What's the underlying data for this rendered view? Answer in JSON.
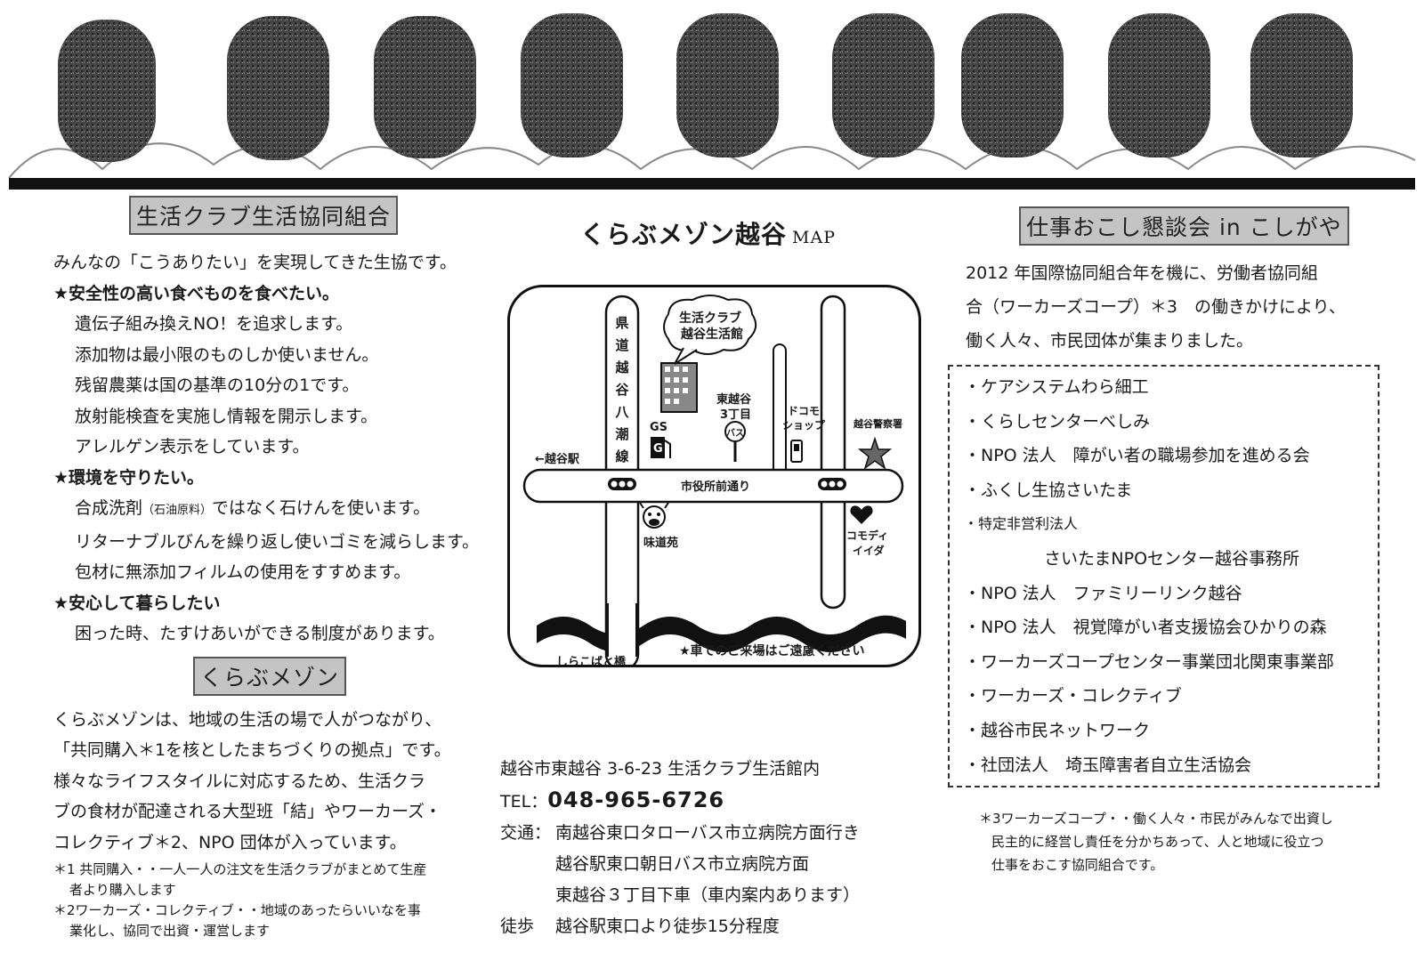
{
  "left": {
    "coop_heading": "生活クラブ生活協同組合",
    "intro": "みんなの「こうありたい」を実現してきた生協です。",
    "safety_heading": "★安全性の高い食べものを食べたい。",
    "safety_items": [
      "遺伝子組み換えNO！を追求します。",
      "添加物は最小限のものしか使いません。",
      "残留農薬は国の基準の10分の1です。",
      "放射能検査を実施し情報を開示します。",
      "アレルゲン表示をしています。"
    ],
    "env_heading": "★環境を守りたい。",
    "env_items": {
      "detergent_before": "合成洗剤",
      "detergent_small": "（石油原料）",
      "detergent_after": "ではなく石けんを使います。",
      "returnable": "リターナブルびんを繰り返し使いゴミを減らします。",
      "film": "包材に無添加フィルムの使用をすすめます。"
    },
    "safe_life_heading": "★安心して暮らしたい",
    "safe_life_item": "困った時、たすけあいができる制度があります。",
    "mezon_heading": "くらぶメゾン",
    "mezon_body": [
      "くらぶメゾンは、地域の生活の場で人がつながり、",
      "「共同購入＊1を核としたまちづくりの拠点」です。",
      "様々なライフスタイルに対応するため、生活クラ",
      "ブの食材が配達される大型班「結」やワーカーズ・",
      "コレクティブ＊2、NPO 団体が入っています。"
    ],
    "notes": [
      [
        "＊1 共同購入・・一人一人の注文を生活クラブがまとめて生産",
        "者より購入します"
      ],
      [
        "＊2ワーカーズ・コレクティブ・・地域のあったらいいなを事",
        "業化し、協同で出資・運営します"
      ]
    ]
  },
  "map": {
    "title": "くらぶメゾン越谷",
    "title_suffix": "MAP",
    "balloon": [
      "生活クラブ",
      "越谷生活館"
    ],
    "road_vertical": [
      "県",
      "道",
      "越",
      "谷",
      "八",
      "潮",
      "線"
    ],
    "station": "←越谷駅",
    "gas_station": "GS",
    "gas_icon_letter": "G",
    "bus_stop": [
      "東越谷",
      "3丁目"
    ],
    "bus_sign": "バス",
    "docomo": [
      "ドコモ",
      "ショップ"
    ],
    "police": "越谷警察署",
    "street": "市役所前通り",
    "restaurant": "味道苑",
    "store": [
      "コモディ",
      "イイダ"
    ],
    "bridge": "しらこばと橋",
    "parking_note": "★車でのご来場はご遠慮ください"
  },
  "address": {
    "line": "越谷市東越谷 3-6-23 生活クラブ生活館内",
    "tel_label": "TEL：",
    "tel_number": "048-965-6726",
    "transit_label": "交通：",
    "transit_lines": [
      "南越谷東口タローバス市立病院方面行き",
      "越谷駅東口朝日バス市立病院方面",
      "東越谷３丁目下車（車内案内あります）"
    ],
    "walk_label": "徒歩",
    "walk_line": "越谷駅東口より徒歩15分程度"
  },
  "right": {
    "heading": "仕事おこし懇談会 in こしがや",
    "intro_lines": [
      "2012 年国際協同組合年を機に、労働者協同組",
      "合（ワーカーズコープ）＊3　の働きかけにより、",
      "働く人々、市民団体が集まりました。"
    ],
    "organizations": [
      "・ケアシステムわら細工",
      "・くらしセンターべしみ",
      "・NPO 法人　障がい者の職場参加を進める会",
      "・ふくし生協さいたま",
      "・特定非営利法人",
      "さいたまNPOセンター越谷事務所",
      "・NPO 法人　ファミリーリンク越谷",
      "・NPO 法人　視覚障がい者支援協会ひかりの森",
      "・ワーカーズコープセンター事業団北関東事業部",
      "・ワーカーズ・コレクティブ",
      "・越谷市民ネットワーク",
      "・社団法人　埼玉障害者自立生活協会"
    ],
    "footnote": [
      "＊3ワーカーズコープ・・働く人々・市民がみんなで出資し",
      "民主的に経営し責任を分かちあって、人と地域に役立つ",
      "仕事をおこす協同組合です。"
    ]
  }
}
